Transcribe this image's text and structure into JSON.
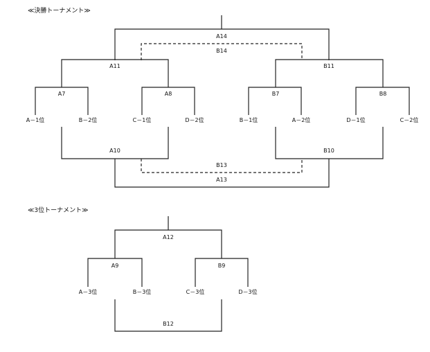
{
  "sections": {
    "final_title": "≪決勝トーナメント≫",
    "third_title": "≪3位トーナメント≫"
  },
  "final": {
    "matches": {
      "A14": "A14",
      "B14": "B14",
      "A11": "A11",
      "B11": "B11",
      "A7": "A7",
      "A8": "A8",
      "B7": "B7",
      "B8": "B8",
      "A10": "A10",
      "B10": "B10",
      "B13": "B13",
      "A13": "A13"
    },
    "seeds": [
      "A－1位",
      "B－2位",
      "C－1位",
      "D－2位",
      "B－1位",
      "A－2位",
      "D－1位",
      "C－2位"
    ]
  },
  "third": {
    "matches": {
      "A12": "A12",
      "A9": "A9",
      "B9": "B9",
      "B12": "B12"
    },
    "seeds": [
      "A－3位",
      "B－3位",
      "C－3位",
      "D－3位"
    ]
  },
  "colors": {
    "line": "#222222",
    "text": "#111111"
  }
}
